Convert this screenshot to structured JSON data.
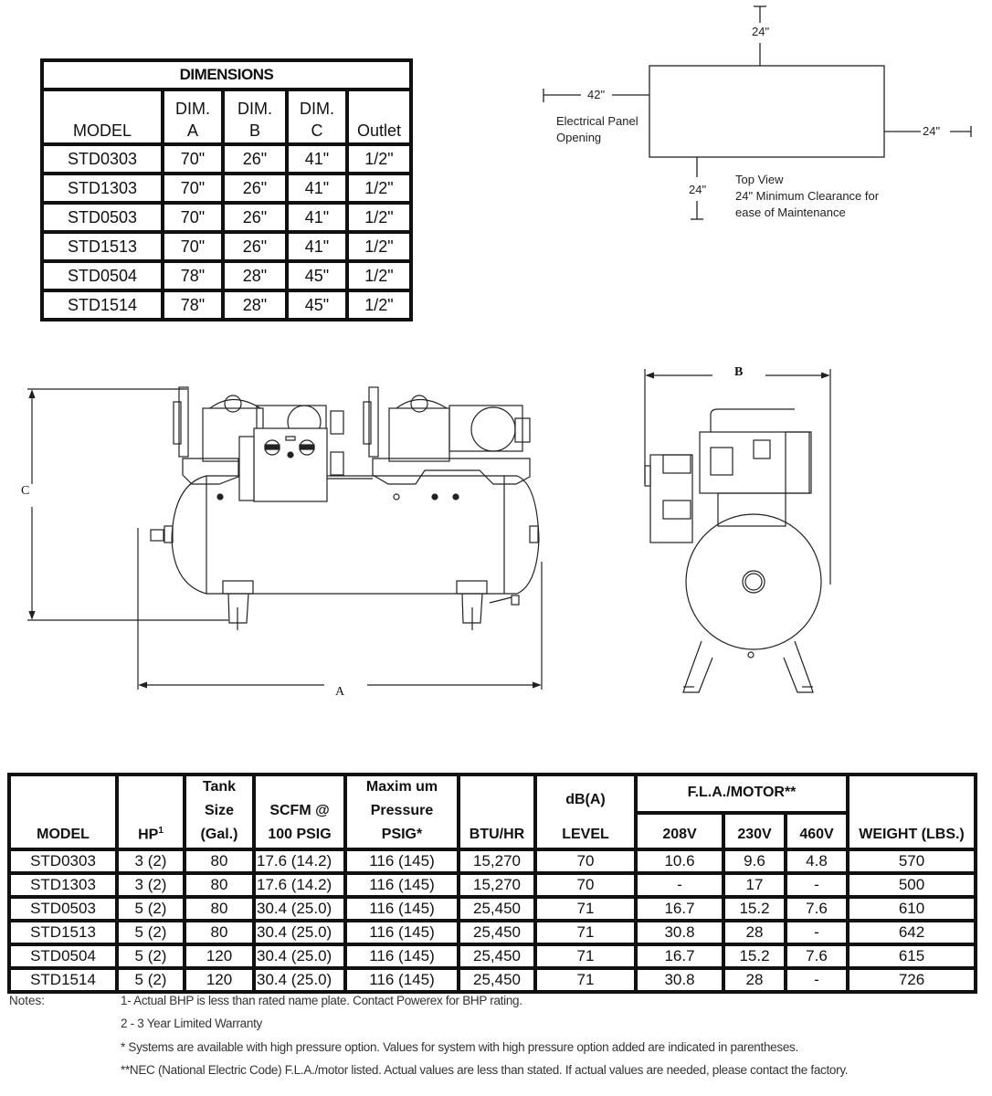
{
  "dimensions": {
    "title": "DIMENSIONS",
    "headers": [
      {
        "top": "",
        "bottom": "MODEL"
      },
      {
        "top": "DIM.",
        "bottom": "A"
      },
      {
        "top": "DIM.",
        "bottom": "B"
      },
      {
        "top": "DIM.",
        "bottom": "C"
      },
      {
        "top": "",
        "bottom": "Outlet"
      }
    ],
    "rows": [
      [
        "STD0303",
        "70\"",
        "26\"",
        "41\"",
        "1/2\""
      ],
      [
        "STD1303",
        "70\"",
        "26\"",
        "41\"",
        "1/2\""
      ],
      [
        "STD0503",
        "70\"",
        "26\"",
        "41\"",
        "1/2\""
      ],
      [
        "STD1513",
        "70\"",
        "26\"",
        "41\"",
        "1/2\""
      ],
      [
        "STD0504",
        "78\"",
        "28\"",
        "45\"",
        "1/2\""
      ],
      [
        "STD1514",
        "78\"",
        "28\"",
        "45\"",
        "1/2\""
      ]
    ]
  },
  "clearance": {
    "top": "24\"",
    "left": "42\"",
    "right": "24\"",
    "bottom": "24\"",
    "panel_label_1": "Electrical Panel",
    "panel_label_2": "Opening",
    "caption_1": "Top View",
    "caption_2": "24\" Minimum Clearance for",
    "caption_3": "ease of Maintenance"
  },
  "drawings": {
    "front_dim_c": "C",
    "front_dim_a": "A",
    "side_dim_b": "B"
  },
  "specs": {
    "headers": {
      "model": "MODEL",
      "hp": "HP",
      "hp_sup": "1",
      "tank_1": "Tank",
      "tank_2": "Size",
      "tank_3": "(Gal.)",
      "scfm_1": "SCFM @",
      "scfm_2": "100 PSIG",
      "press_1": "Maxim um",
      "press_2": "Pressure",
      "press_3": "PSIG*",
      "btu": "BTU/HR",
      "db_1": "dB(A)",
      "db_2": "LEVEL",
      "fla": "F.L.A./MOTOR**",
      "v208": "208V",
      "v230": "230V",
      "v460": "460V",
      "weight": "WEIGHT (LBS.)"
    },
    "rows": [
      [
        "STD0303",
        "3 (2)",
        "80",
        "17.6 (14.2)",
        "116 (145)",
        "15,270",
        "70",
        "10.6",
        "9.6",
        "4.8",
        "570"
      ],
      [
        "STD1303",
        "3 (2)",
        "80",
        "17.6 (14.2)",
        "116 (145)",
        "15,270",
        "70",
        "-",
        "17",
        "-",
        "500"
      ],
      [
        "STD0503",
        "5 (2)",
        "80",
        "30.4 (25.0)",
        "116 (145)",
        "25,450",
        "71",
        "16.7",
        "15.2",
        "7.6",
        "610"
      ],
      [
        "STD1513",
        "5 (2)",
        "80",
        "30.4 (25.0)",
        "116 (145)",
        "25,450",
        "71",
        "30.8",
        "28",
        "-",
        "642"
      ],
      [
        "STD0504",
        "5 (2)",
        "120",
        "30.4 (25.0)",
        "116 (145)",
        "25,450",
        "71",
        "16.7",
        "15.2",
        "7.6",
        "615"
      ],
      [
        "STD1514",
        "5 (2)",
        "120",
        "30.4 (25.0)",
        "116 (145)",
        "25,450",
        "71",
        "30.8",
        "28",
        "-",
        "726"
      ]
    ]
  },
  "notes": {
    "label": "Notes:",
    "items": [
      "1- Actual BHP is less than rated name plate.  Contact Powerex for BHP rating.",
      "2 - 3 Year Limited Warranty",
      "* Systems are available with high pressure option. Values for system with high pressure option added are indicated in parentheses.",
      "**NEC (National Electric Code) F.L.A./motor listed.  Actual values are less than stated.  If actual values are needed, please contact the factory."
    ]
  }
}
